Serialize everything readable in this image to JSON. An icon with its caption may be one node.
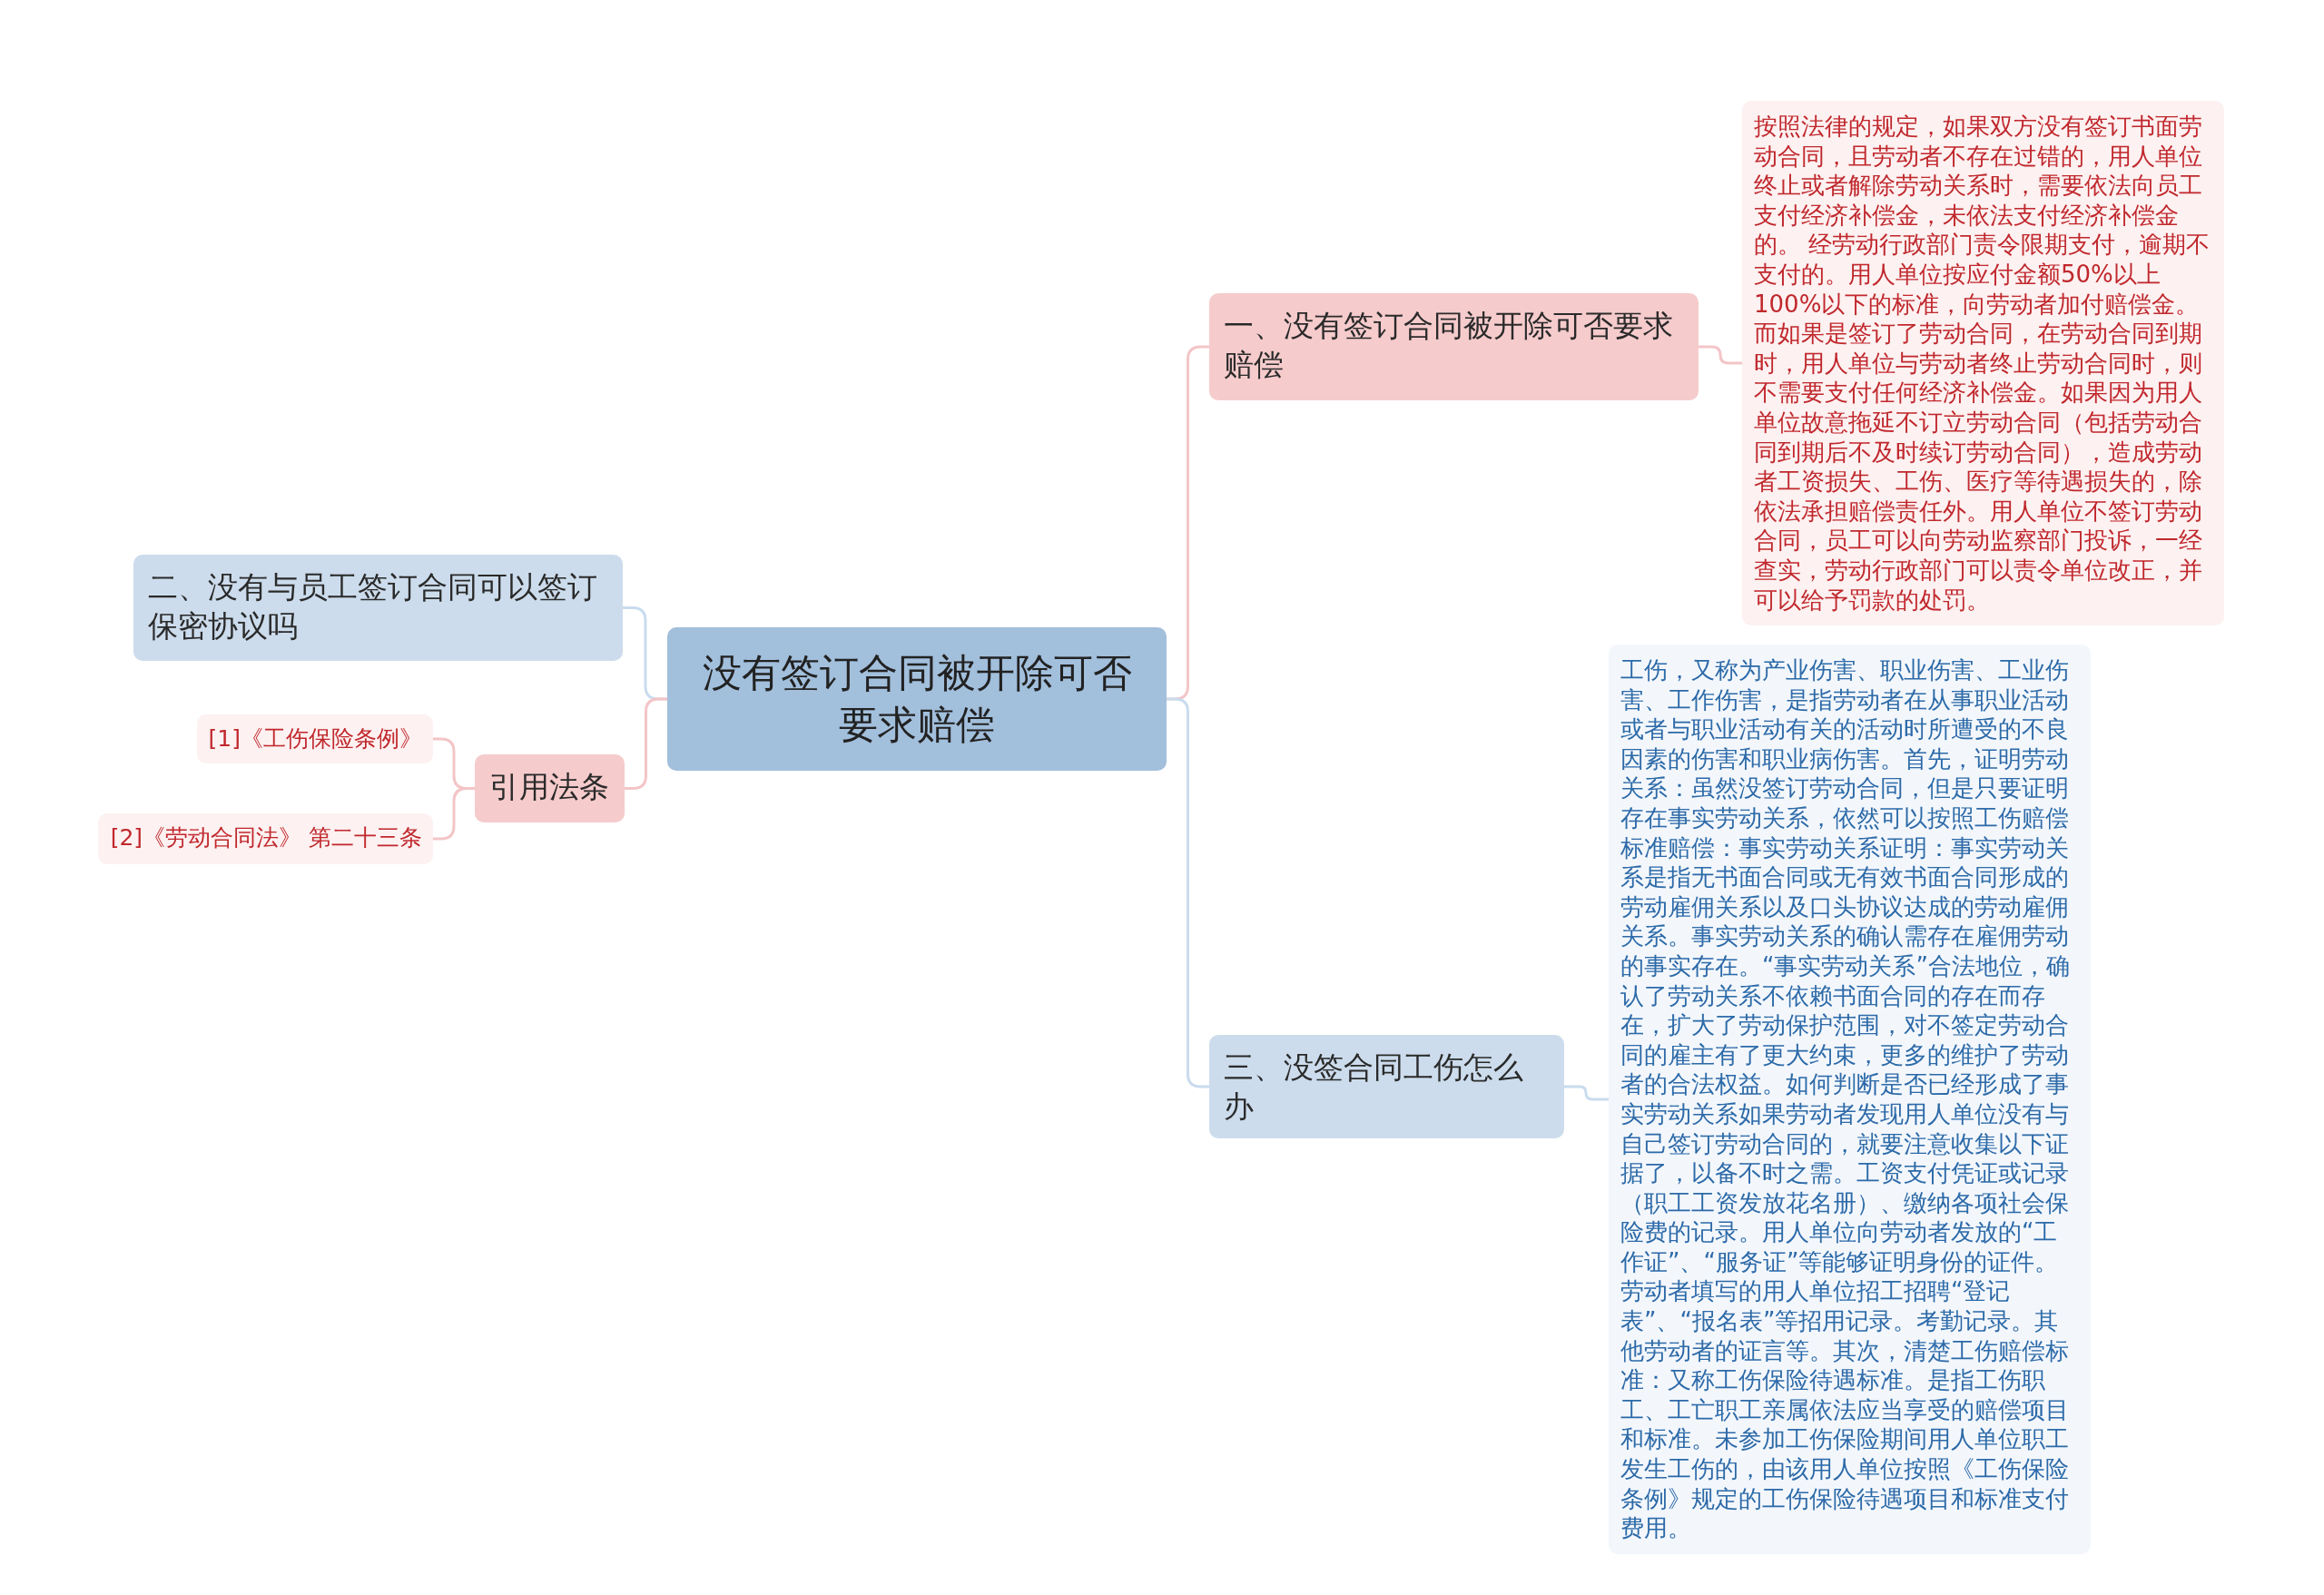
{
  "diagram": {
    "nodes": [
      {
        "text": [
          "没有签订合同被开除可否要求赔偿"
        ]
      },
      {
        "text": [
          "一、没有签订合同被开除可否要求赔偿"
        ]
      },
      {
        "text": [
          "按照法律的规定，如果双方没有签订书面劳动合同，且劳动者不存在过错的，用人单位终止或者解除劳动关系时，需要依法向员工支付经济补偿金，未依法支付经济补偿金的。 经劳动行政部门责令限期支付，逾期不支付的。用人单位按应付金额50%以上100%以下的标准，向劳动者加付赔偿金。而如果是签订了劳动合同，在劳动合同到期时，用人单位与劳动者终止劳动合同时，则不需要支付任何经济补偿金。如果因为用人单位故意拖延不订立劳动合同（包括劳动合同到期后不及时续订劳动合同），造成劳动者工资损失、工伤、医疗等待遇损失的，除依法承担赔偿责任外。用人单位不签订劳动合同，员工可以向劳动监察部门投诉，一经查实，劳动行政部门可以责令单位改正，并可以给予罚款的处罚。"
        ]
      },
      {
        "text": [
          "三、没签合同工伤怎么办"
        ]
      },
      {
        "text": [
          "工伤，又称为产业伤害、职业伤害、工业伤害、工作伤害，是指劳动者在从事职业活动或者与职业活动有关的活动时所遭受的不良因素的伤害和职业病伤害。首先，证明劳动关系：虽然没签订劳动合同，但是只要证明存在事实劳动关系，依然可以按照工伤赔偿标准赔偿：事实劳动关系证明：事实劳动关系是指无书面合同或无有效书面合同形成的劳动雇佣关系以及口头协议达成的劳动雇佣关系。事实劳动关系的确认需存在雇佣劳动的事实存在。“事实劳动关系”合法地位，确认了劳动关系不依赖书面合同的存在而存在，扩大了劳动保护范围，对不签定劳动合同的雇主有了更大约束，更多的维护了劳动者的合法权益。如何判断是否已经形成了事实劳动关系如果劳动者发现用人单位没有与自己签订劳动合同的，就要注意收集以下证据了，以备不时之需。工资支付凭证或记录（职工工资发放花名册）、缴纳各项社会保险费的记录。用人单位向劳动者发放的“工作证”、“服务证”等能够证明身份的证件。劳动者填写的用人单位招工招聘“登记表”、“报名表”等招用记录。考勤记录。其他劳动者的证言等。其次，清楚工伤赔偿标准：又称工伤保险待遇标准。是指工伤职工、工亡职工亲属依法应当享受的赔偿项目和标准。未参加工伤保险期间用人单位职工发生工伤的，由该用人单位按照《工伤保险条例》规定的工伤保险待遇项目和标准支付费用。"
        ]
      },
      {
        "text": [
          "二、没有与员工签订合同可以签订保密协议吗"
        ]
      },
      {
        "text": [
          "引用法条"
        ]
      },
      {
        "text": [
          "[1]《工伤保险条例》"
        ]
      },
      {
        "text": [
          "[2]《劳动合同法》 第二十三条"
        ]
      }
    ],
    "edges": [
      {
        "from": 0,
        "to": 1,
        "arrow": "none"
      },
      {
        "from": 1,
        "to": 2,
        "arrow": "none"
      },
      {
        "from": 0,
        "to": 3,
        "arrow": "none",
        "color": "#c9dbee"
      },
      {
        "from": 3,
        "to": 4,
        "arrow": "none",
        "color": "#c9dbee"
      },
      {
        "from": 0,
        "to": 5,
        "arrow": "none",
        "color": "#c9dbee"
      },
      {
        "from": 0,
        "to": 6,
        "arrow": "none"
      },
      {
        "from": 6,
        "to": 7,
        "arrow": "none"
      },
      {
        "from": 6,
        "to": 8,
        "arrow": "none"
      }
    ]
  }
}
